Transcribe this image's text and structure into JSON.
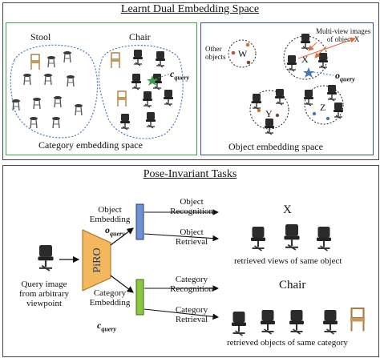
{
  "top_panel": {
    "title": "Learnt Dual Embedding Space",
    "category_box": {
      "stool_label": "Stool",
      "chair_label": "Chair",
      "query_symbol": "c",
      "query_subscript": "query",
      "caption": "Category embedding space"
    },
    "object_box": {
      "other_objects_label": "Other\nobjects",
      "multiview_label": "Multi-view images\nof object X",
      "cluster_w": "W",
      "cluster_x": "X",
      "cluster_y": "Y",
      "cluster_z": "Z",
      "query_symbol": "o",
      "query_subscript": "query",
      "caption": "Object embedding space"
    }
  },
  "bottom_panel": {
    "title": "Pose-Invariant Tasks",
    "query_image_label": "Query image\nfrom arbitrary\nviewpoint",
    "model_label": "PiRO",
    "object_embedding_label": "Object\nEmbedding",
    "object_query_symbol": "o",
    "object_query_subscript": "query",
    "category_embedding_label": "Category\nEmbedding",
    "category_query_symbol": "c",
    "category_query_subscript": "query",
    "tasks": [
      "Object\nRecognition",
      "Object\nRetrieval",
      "Category\nRecognition",
      "Category\nRetrieval"
    ],
    "object_result": "X",
    "object_retrieval_caption": "retrieved views of same object",
    "category_result": "Chair",
    "category_retrieval_caption": "retrieved objects of same category"
  },
  "colors": {
    "category_box_border": "#3aaa4a",
    "object_box_border": "#33508f",
    "piro_fill": "#f3b75e",
    "object_embedding_bar": "#6f8fd1",
    "category_embedding_bar": "#8cc63f",
    "cluster_outline": "#4a78b5",
    "query_star": "#3aa04a",
    "multiview_arrow": "#e0683a"
  }
}
